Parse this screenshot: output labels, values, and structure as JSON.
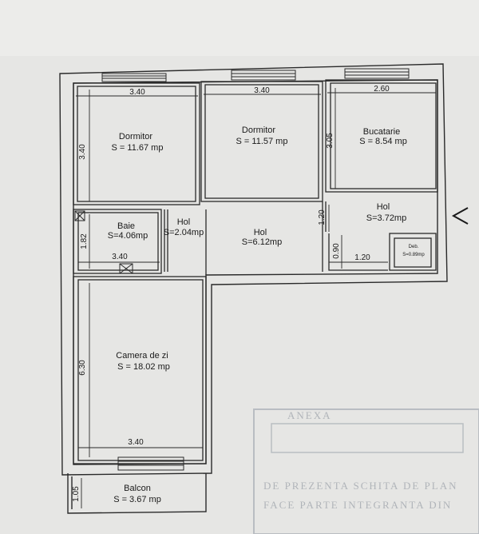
{
  "rooms": {
    "dormitor1": {
      "name": "Dormitor",
      "area": "S = 11.67 mp"
    },
    "dormitor2": {
      "name": "Dormitor",
      "area": "S = 11.57 mp"
    },
    "bucatarie": {
      "name": "Bucatarie",
      "area": "S = 8.54 mp"
    },
    "hol_east": {
      "name": "Hol",
      "area": "S=3.72mp"
    },
    "baie": {
      "name": "Baie",
      "area": "S=4.06mp"
    },
    "hol_small": {
      "name": "Hol",
      "area": "S=2.04mp"
    },
    "hol_center": {
      "name": "Hol",
      "area": "S=6.12mp"
    },
    "debara": {
      "name": "Deb.",
      "area": "S=0.89mp"
    },
    "camera_zi": {
      "name": "Camera de zi",
      "area": "S = 18.02 mp"
    },
    "balcon": {
      "name": "Balcon",
      "area": "S = 3.67 mp"
    }
  },
  "dimensions": {
    "d1_width": "3.40",
    "d1_height": "3.40",
    "d2_width": "3.40",
    "buc_width": "2.60",
    "buc_height": "3.05",
    "hol_height": "1.20",
    "hol_width": "1.20",
    "deb_height": "0.90",
    "baie_height": "1.82",
    "baie_width": "3.40",
    "cz_height": "6.30",
    "cz_width": "3.40",
    "balcon_height": "1.05"
  },
  "stamp": {
    "line1": "ANEXA",
    "line2": "DE PREZENTA SCHITA DE PLAN",
    "line3": "FACE PARTE INTEGRANTA DIN"
  }
}
